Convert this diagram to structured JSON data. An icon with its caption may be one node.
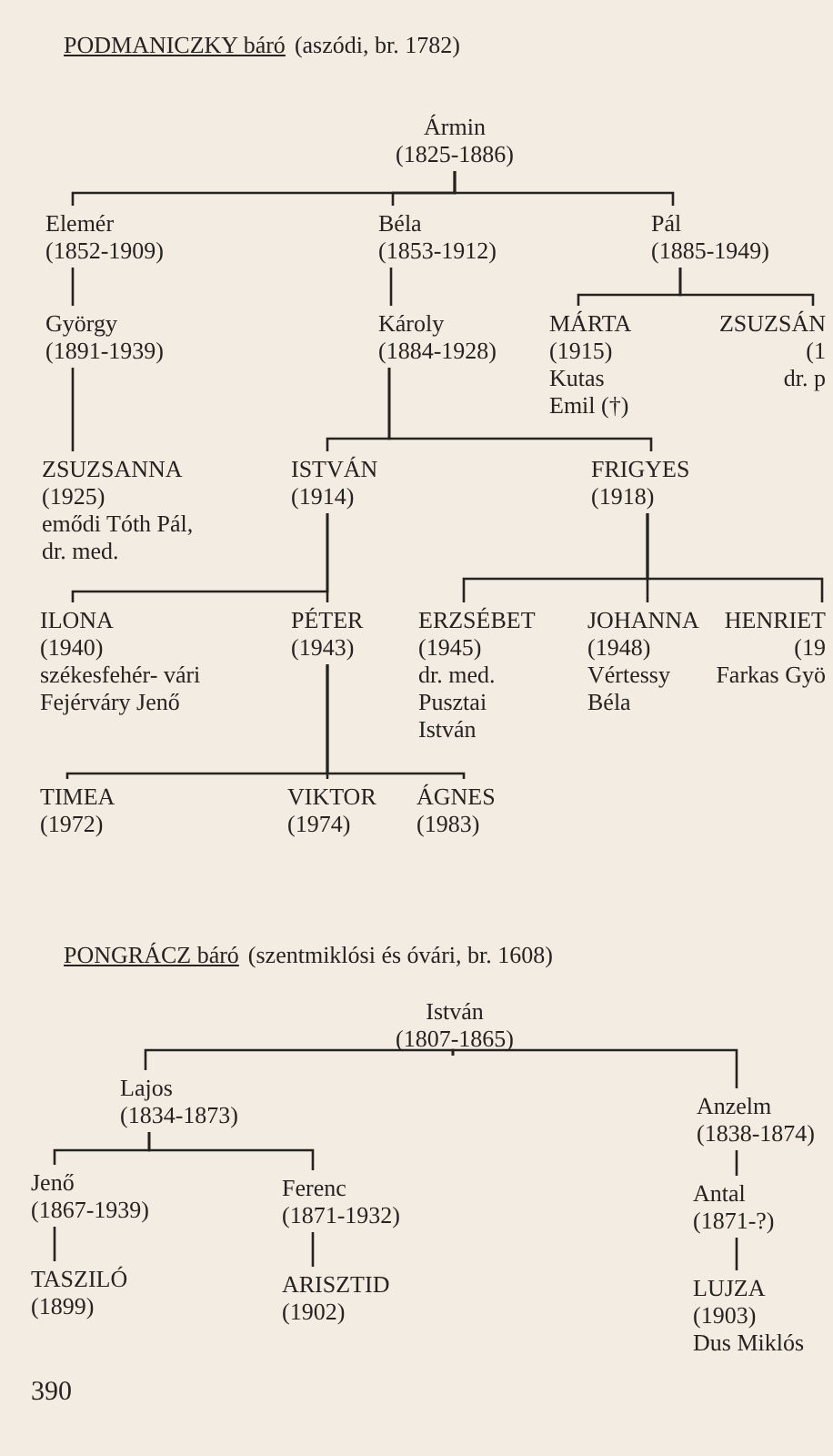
{
  "diagram": {
    "nodes": [
      {
        "text": [
          "Ármin",
          "(1825-1886)"
        ]
      },
      {
        "text": [
          "Elemér",
          "(1852-1909)"
        ]
      },
      {
        "text": [
          "Béla",
          "(1853-1912)"
        ]
      },
      {
        "text": [
          "Pál",
          "(1885-1949)"
        ]
      },
      {
        "text": [
          "György",
          "(1891-1939)"
        ]
      },
      {
        "text": [
          "Károly",
          "(1884-1928)"
        ]
      },
      {
        "text": [
          "MÁRTA",
          "(1915)",
          "Kutas Emil (†)"
        ]
      },
      {
        "text": [
          "ZSUZSÁN",
          "(1",
          "dr. p"
        ]
      },
      {
        "text": [
          "ZSUZSANNA",
          "(1925)",
          "emődi Tóth Pál, dr. med."
        ]
      },
      {
        "text": [
          "ISTVÁN",
          "(1914)"
        ]
      },
      {
        "text": [
          "FRIGYES",
          "(1918)"
        ]
      },
      {
        "text": [
          "ILONA",
          "(1940)",
          "székesfehér- vári Fejérváry Jenő"
        ]
      },
      {
        "text": [
          "PÉTER",
          "(1943)"
        ]
      },
      {
        "text": [
          "ERZSÉBET",
          "(1945)",
          "dr. med. Pusztai István"
        ]
      },
      {
        "text": [
          "JOHANNA",
          "(1948)",
          "Vértessy Béla"
        ]
      },
      {
        "text": [
          "HENRIET",
          "(19",
          "Farkas Gyö"
        ]
      },
      {
        "text": [
          "TIMEA",
          "(1972)"
        ]
      },
      {
        "text": [
          "VIKTOR",
          "(1974)"
        ]
      },
      {
        "text": [
          "ÁGNES",
          "(1983)"
        ]
      },
      {
        "text": [
          "István",
          "(1807-1865)"
        ]
      },
      {
        "text": [
          "Lajos",
          "(1834-1873)"
        ]
      },
      {
        "text": [
          "Anzelm",
          "(1838-1874)"
        ]
      },
      {
        "text": [
          "Jenő",
          "(1867-1939)"
        ]
      },
      {
        "text": [
          "Ferenc",
          "(1871-1932)"
        ]
      },
      {
        "text": [
          "Antal",
          "(1871-?)"
        ]
      },
      {
        "text": [
          "TASZILÓ",
          "(1899)"
        ]
      },
      {
        "text": [
          "ARISZTID",
          "(1902)"
        ]
      },
      {
        "text": [
          "LUJZA",
          "(1903)",
          "Dus Miklós"
        ]
      }
    ],
    "edges": [
      {
        "from": 0,
        "to": 1,
        "arrow": "none"
      },
      {
        "from": 0,
        "to": 2,
        "arrow": "none"
      },
      {
        "from": 0,
        "to": 3,
        "arrow": "none"
      },
      {
        "from": 1,
        "to": 4,
        "arrow": "none"
      },
      {
        "from": 2,
        "to": 5,
        "arrow": "none"
      },
      {
        "from": 3,
        "to": 6,
        "arrow": "none"
      },
      {
        "from": 3,
        "to": 7,
        "arrow": "none"
      },
      {
        "from": 4,
        "to": 8,
        "arrow": "none"
      },
      {
        "from": 5,
        "to": 9,
        "arrow": "none"
      },
      {
        "from": 5,
        "to": 10,
        "arrow": "none"
      },
      {
        "from": 9,
        "to": 11,
        "arrow": "none"
      },
      {
        "from": 9,
        "to": 12,
        "arrow": "none"
      },
      {
        "from": 10,
        "to": 13,
        "arrow": "none"
      },
      {
        "from": 10,
        "to": 14,
        "arrow": "none"
      },
      {
        "from": 10,
        "to": 15,
        "arrow": "none"
      },
      {
        "from": 12,
        "to": 16,
        "arrow": "none"
      },
      {
        "from": 12,
        "to": 17,
        "arrow": "none"
      },
      {
        "from": 12,
        "to": 18,
        "arrow": "none"
      },
      {
        "from": 19,
        "to": 20,
        "arrow": "none"
      },
      {
        "from": 19,
        "to": 21,
        "arrow": "none"
      },
      {
        "from": 20,
        "to": 22,
        "arrow": "none"
      },
      {
        "from": 20,
        "to": 23,
        "arrow": "none"
      },
      {
        "from": 21,
        "to": 24,
        "arrow": "none"
      },
      {
        "from": 22,
        "to": 25,
        "arrow": "none"
      },
      {
        "from": 23,
        "to": 26,
        "arrow": "none"
      },
      {
        "from": 24,
        "to": 27,
        "arrow": "none"
      }
    ],
    "labels": [
      "PODMANICZKY báró",
      "(aszódi, br. 1782)",
      "PONGRÁCZ báró",
      "(szentmiklósi és óvári, br. 1608)",
      "390"
    ]
  }
}
